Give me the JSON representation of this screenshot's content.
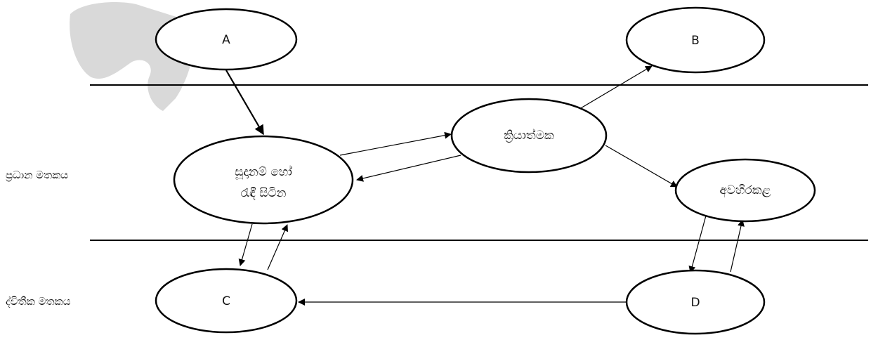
{
  "diagram": {
    "row_labels": {
      "primary": "ප්‍රධාන මතකය",
      "secondary": "ද්විතීක මතකය"
    },
    "nodes": {
      "A": {
        "label": "A"
      },
      "B": {
        "label": "B"
      },
      "C": {
        "label": "C"
      },
      "D": {
        "label": "D"
      },
      "ready": {
        "lines": [
          "සූදානම් හෝ",
          "රැඳී සිටින"
        ]
      },
      "running": {
        "label": "ක්‍රියාත්මක"
      },
      "blocked": {
        "label": "අවහිරකළ"
      }
    },
    "edges": [
      {
        "from": "A",
        "to": "ready"
      },
      {
        "from": "ready",
        "to": "running"
      },
      {
        "from": "running",
        "to": "ready"
      },
      {
        "from": "running",
        "to": "B"
      },
      {
        "from": "running",
        "to": "blocked"
      },
      {
        "from": "ready",
        "to": "C"
      },
      {
        "from": "C",
        "to": "ready"
      },
      {
        "from": "blocked",
        "to": "D"
      },
      {
        "from": "D",
        "to": "blocked"
      },
      {
        "from": "D",
        "to": "C"
      }
    ]
  }
}
